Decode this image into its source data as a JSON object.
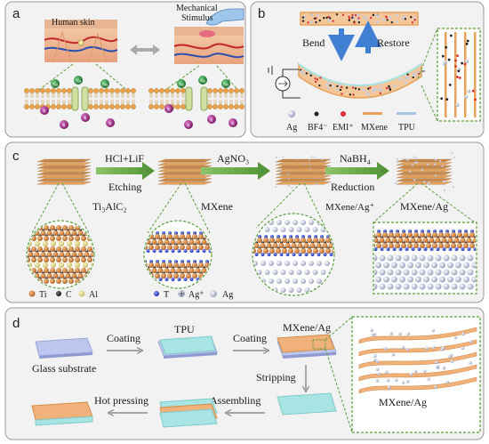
{
  "panels": {
    "a": {
      "letter": "a",
      "human_skin": "Human skin",
      "mechanical_stimulus_line1": "Mechanical",
      "mechanical_stimulus_line2": "Stimulus",
      "na_label": "Na",
      "k_label": "K"
    },
    "b": {
      "letter": "b",
      "bend": "Bend",
      "restore": "Restore",
      "legend": [
        "Ag",
        "BF4⁻",
        "EMI⁺",
        "MXene",
        "TPU"
      ]
    },
    "c": {
      "letter": "c",
      "step1_top": "HCl+LiF",
      "step1_bottom": "Etching",
      "step2_top": "AgNO₃",
      "step3_top": "NaBH₄",
      "step3_bottom": "Reduction",
      "label_max": "Ti₃AlC₂",
      "label_mxene": "MXene",
      "label_mxene_agplus": "MXene/Ag⁺",
      "label_mxene_ag": "MXene/Ag",
      "legend": [
        "Ti",
        "C",
        "Al",
        "T",
        "Ag⁺",
        "Ag"
      ]
    },
    "d": {
      "letter": "d",
      "glass": "Glass substrate",
      "coating1": "Coating",
      "tpu": "TPU",
      "coating2": "Coating",
      "mxene_ag_top": "MXene/Ag",
      "stripping": "Stripping",
      "assembling": "Assembling",
      "hot_pressing": "Hot pressing",
      "mxene_ag_zoom": "MXene/Ag"
    }
  },
  "colors": {
    "panel_bg": "#f2f2f2",
    "panel_border": "#9a9a9a",
    "green_arrow": "#6aa84f",
    "dashed_green": "#5a9e3a",
    "mxene_orange": "#e6a25a",
    "tpu_cyan": "#a8e4e4",
    "glass_blue": "#b8c4ea",
    "ag_gray": "#c8cde0",
    "ti_orange": "#d4823c",
    "t_blue": "#3b53d1",
    "emi_red": "#d93030",
    "bf4_dark": "#222222",
    "na_green": "#2f8f3f",
    "k_purple": "#a0308a"
  }
}
